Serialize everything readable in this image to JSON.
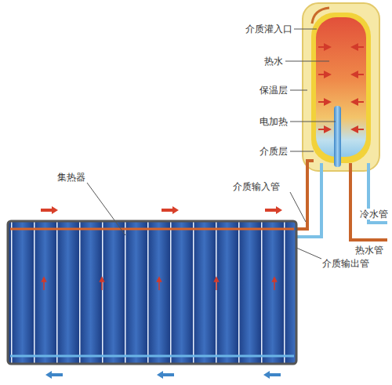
{
  "diagram": {
    "labels": [
      "介质灌入口",
      "热水",
      "保温层",
      "电加热",
      "介质层",
      "集热器",
      "介质输入管",
      "冷水管",
      "热水管",
      "介质输出管"
    ]
  }
}
